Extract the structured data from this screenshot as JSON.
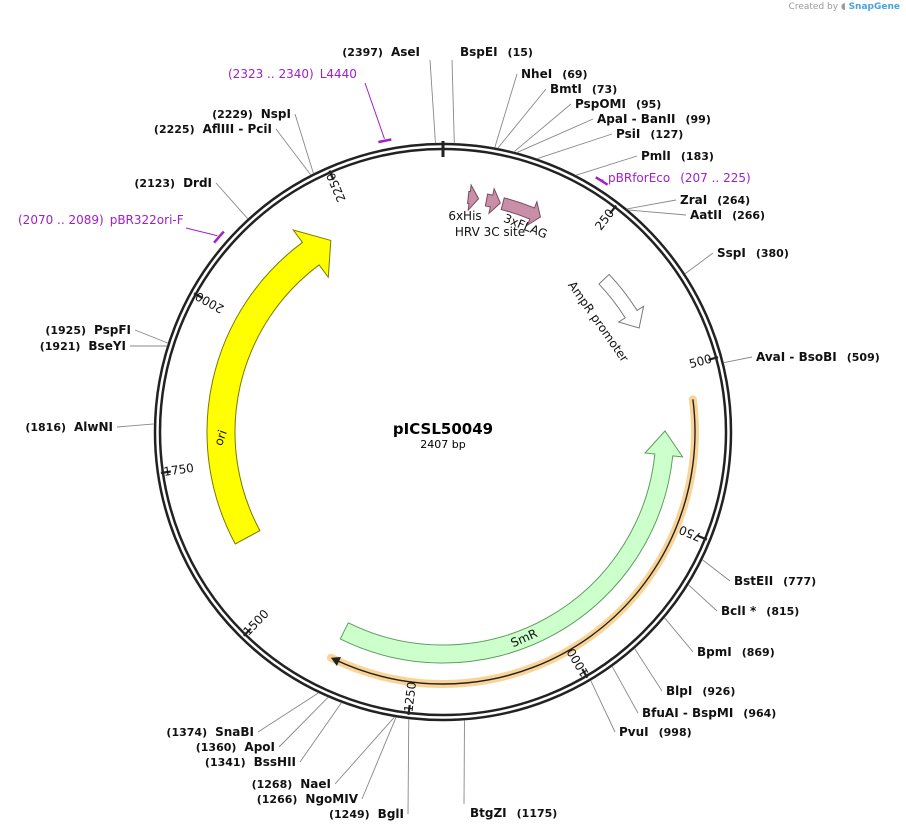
{
  "credit": {
    "prefix": "Created by",
    "brand": "SnapGene"
  },
  "plasmid": {
    "name": "pICSL50049",
    "length_label": "2407 bp",
    "length": 2407
  },
  "colors": {
    "backbone": "#222222",
    "primer": "#a020c8",
    "ori": "#ffff00",
    "smr": "#ccffcc",
    "smr_highlight": "#f5b041",
    "tag": "#c98fa8",
    "promoter": "#ffffff"
  },
  "ticks": [
    {
      "pos": 250,
      "label": "250"
    },
    {
      "pos": 500,
      "label": "500"
    },
    {
      "pos": 750,
      "label": "750"
    },
    {
      "pos": 1000,
      "label": "1000"
    },
    {
      "pos": 1250,
      "label": "1250"
    },
    {
      "pos": 1500,
      "label": "1500"
    },
    {
      "pos": 1750,
      "label": "1750"
    },
    {
      "pos": 2000,
      "label": "2000"
    },
    {
      "pos": 2250,
      "label": "2250"
    }
  ],
  "enzymes": [
    {
      "name": "AseI",
      "pos": "(2397)",
      "site": 2397
    },
    {
      "name": "BspEI",
      "pos": "(15)",
      "site": 15
    },
    {
      "name": "NheI",
      "pos": "(69)",
      "site": 69
    },
    {
      "name": "BmtI",
      "pos": "(73)",
      "site": 73
    },
    {
      "name": "PspOMI",
      "pos": "(95)",
      "site": 95
    },
    {
      "name": "ApaI  - BanII",
      "pos": "(99)",
      "site": 99
    },
    {
      "name": "PsiI",
      "pos": "(127)",
      "site": 127
    },
    {
      "name": "PmlI",
      "pos": "(183)",
      "site": 183
    },
    {
      "name": "ZraI",
      "pos": "(264)",
      "site": 264
    },
    {
      "name": "AatII",
      "pos": "(266)",
      "site": 266
    },
    {
      "name": "SspI",
      "pos": "(380)",
      "site": 380
    },
    {
      "name": "AvaI  - BsoBI",
      "pos": "(509)",
      "site": 509
    },
    {
      "name": "BstEII",
      "pos": "(777)",
      "site": 777
    },
    {
      "name": "BclI *",
      "pos": "(815)",
      "site": 815
    },
    {
      "name": "BpmI",
      "pos": "(869)",
      "site": 869
    },
    {
      "name": "BlpI",
      "pos": "(926)",
      "site": 926
    },
    {
      "name": "BfuAI  - BspMI",
      "pos": "(964)",
      "site": 964
    },
    {
      "name": "PvuI",
      "pos": "(998)",
      "site": 998
    },
    {
      "name": "BtgZI",
      "pos": "(1175)",
      "site": 1175
    },
    {
      "name": "BglI",
      "pos": "(1249)",
      "site": 1249
    },
    {
      "name": "NgoMIV",
      "pos": "(1266)",
      "site": 1266
    },
    {
      "name": "NaeI",
      "pos": "(1268)",
      "site": 1268
    },
    {
      "name": "BssHII",
      "pos": "(1341)",
      "site": 1341
    },
    {
      "name": "ApoI",
      "pos": "(1360)",
      "site": 1360
    },
    {
      "name": "SnaBI",
      "pos": "(1374)",
      "site": 1374
    },
    {
      "name": "AlwNI",
      "pos": "(1816)",
      "site": 1816
    },
    {
      "name": "BseYI",
      "pos": "(1921)",
      "site": 1921
    },
    {
      "name": "PspFI",
      "pos": "(1925)",
      "site": 1925
    },
    {
      "name": "DrdI",
      "pos": "(2123)",
      "site": 2123
    },
    {
      "name": "AflIII  - PciI",
      "pos": "(2225)",
      "site": 2225
    },
    {
      "name": "NspI",
      "pos": "(2229)",
      "site": 2229
    }
  ],
  "primers": [
    {
      "name": "L4440",
      "range": "(2323 .. 2340)",
      "start": 2323,
      "end": 2340
    },
    {
      "name": "pBRforEco",
      "range": "(207 .. 225)",
      "start": 207,
      "end": 225
    },
    {
      "name": "pBR322ori-F",
      "range": "(2070 .. 2089)",
      "start": 2070,
      "end": 2089
    }
  ],
  "features": [
    {
      "name": "6xHis",
      "start": 41,
      "end": 58,
      "type": "tag"
    },
    {
      "name": "HRV 3C site",
      "start": 71,
      "end": 94,
      "type": "tag"
    },
    {
      "name": "3xFLAG",
      "start": 98,
      "end": 163,
      "type": "tag"
    },
    {
      "name": "AmpR promoter",
      "start": 311,
      "end": 415,
      "type": "promoter"
    },
    {
      "name": "SmR",
      "start": 1380,
      "end": 552,
      "type": "cds"
    },
    {
      "name": "ori",
      "start": 1616,
      "end": 2204,
      "type": "ori"
    }
  ]
}
